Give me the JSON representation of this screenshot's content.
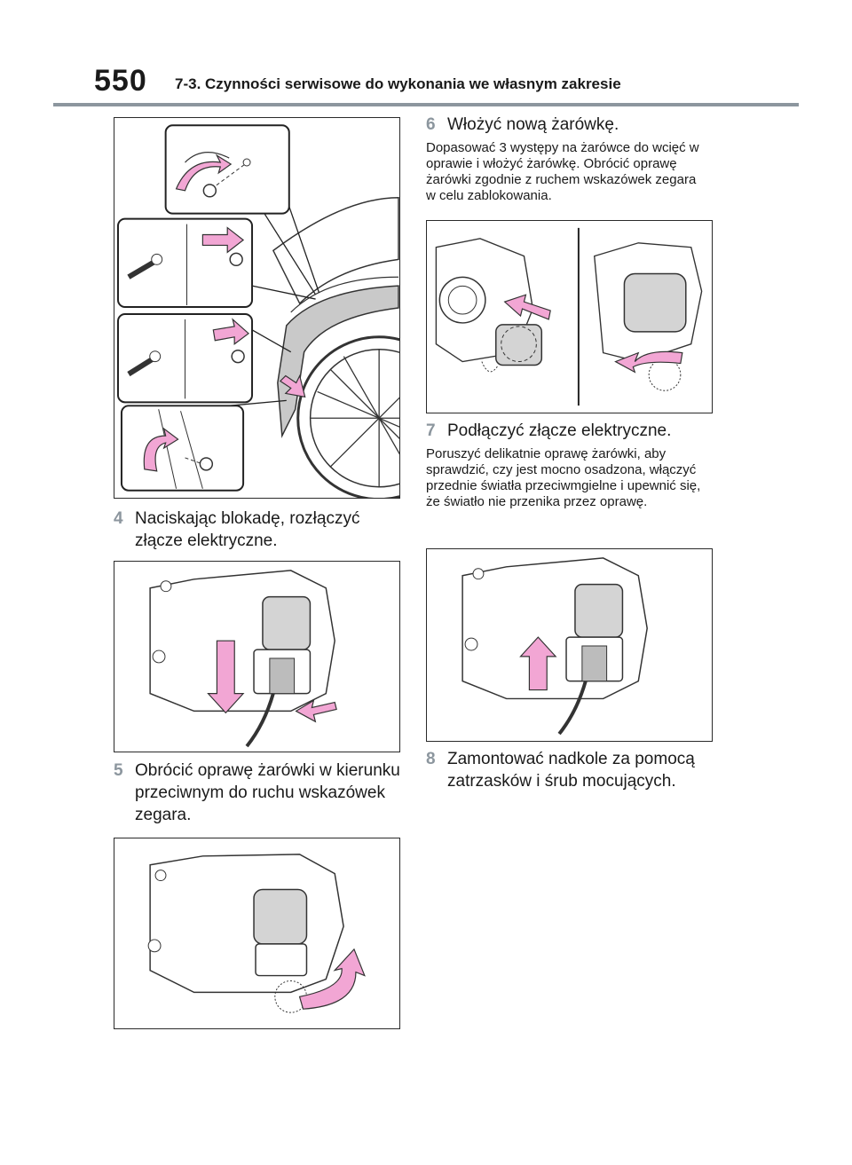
{
  "header": {
    "page_number": "550",
    "chapter_title": "7-3. Czynności serwisowe do wykonania we własnym zakresie"
  },
  "steps": [
    {
      "num": "4",
      "title": "Naciskając blokadę, rozłączyć złącze elektryczne."
    },
    {
      "num": "5",
      "title": "Obrócić oprawę żarówki w kierunku przeciwnym do ruchu wskazówek zegara."
    },
    {
      "num": "6",
      "title": "Włożyć nową żarówkę.",
      "desc": "Dopasować 3 występy na żarówce do wcięć w oprawie i włożyć żarówkę. Obrócić oprawę żarówki zgodnie z ruchem wskazówek zegara w celu zablokowania."
    },
    {
      "num": "7",
      "title": "Podłączyć złącze elektryczne.",
      "desc": "Poruszyć delikatnie oprawę żarówki, aby sprawdzić, czy jest mocno osadzona, włączyć przednie światła przeciwmgielne i upewnić się, że światło nie przenika przez oprawę."
    },
    {
      "num": "8",
      "title": "Zamontować nadkole za pomocą zatrzasków i śrub mocujących."
    }
  ],
  "colors": {
    "arrow_pink": "#f2a6d4",
    "step_number": "#8c969e",
    "rule": "#8c969e"
  }
}
